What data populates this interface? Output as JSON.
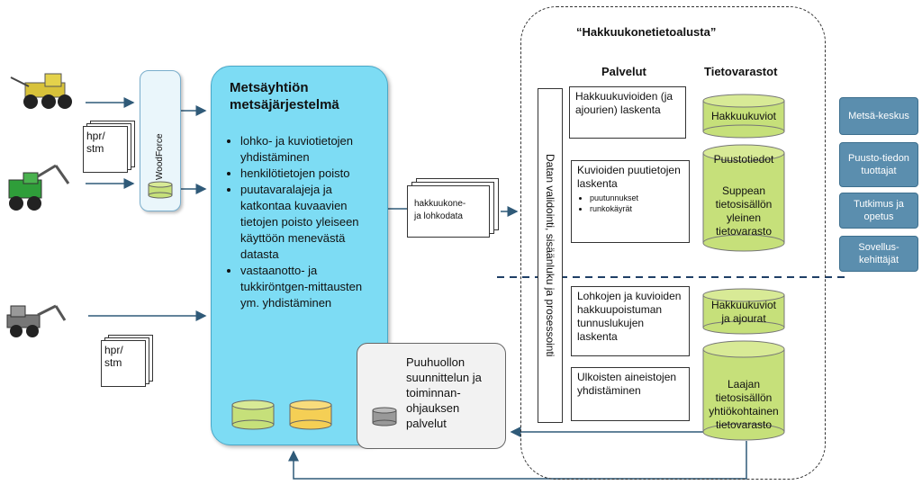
{
  "diagram": {
    "woodforce": {
      "label": "WoodForce"
    },
    "doc_left_top": {
      "label": "hpr/\nstm"
    },
    "doc_left_bottom": {
      "label": "hpr/\nstm"
    },
    "mets": {
      "title": "Metsäyhtiön metsäjärjestelmä",
      "items": [
        "lohko- ja kuviotietojen yhdistäminen",
        "henkilötietojen poisto",
        "puutavaralajeja ja katkontaa kuvaavien tietojen poisto yleiseen käyttöön menevästä datasta",
        "vastaanotto- ja tukkiröntgen-mittausten ym. yhdistäminen"
      ]
    },
    "puuhuolto": {
      "text": "Puuhuollon suunnittelun ja toiminnan-ohjauksen palvelut"
    },
    "middle_doc": {
      "label": "hakkuukone-\nja lohkodata"
    },
    "hak": {
      "title": "“Hakkuukonetietoalusta”",
      "col_palvelut": "Palvelut",
      "col_tietovarastot": "Tietovarastot",
      "validation": "Datan validointi, sisäänluku ja prosessointi",
      "services": [
        {
          "text": "Hakkuukuvioiden (ja ajourien) laskenta",
          "bullets": []
        },
        {
          "text": "Kuvioiden puutietojen laskenta",
          "bullets": [
            "puutunnukset",
            "runkokäyrät"
          ]
        },
        {
          "text": "Lohkojen ja kuvioiden hakkuupoistuman tunnuslukujen laskenta",
          "bullets": []
        },
        {
          "text": "Ulkoisten aineistojen yhdistäminen",
          "bullets": []
        }
      ],
      "stores": [
        {
          "top": "Hakkuukuviot",
          "body": ""
        },
        {
          "top": "Puustotiedot",
          "body": "Suppean tietosisällön yleinen tietovarasto"
        },
        {
          "top": "Hakkuukuviot ja ajourat",
          "body": ""
        },
        {
          "top": "",
          "body": "Laajan tietosisällön yhtiökohtainen tietovarasto"
        }
      ]
    },
    "side": [
      "Metsä-keskus",
      "Puusto-tiedon tuottajat",
      "Tutkimus ja opetus",
      "Sovellus-kehittäjät"
    ],
    "colors": {
      "mets_fill": "#7ddcf4",
      "cylinder_green": "#c6e07a",
      "cylinder_yellow": "#f5cf55",
      "side_blue": "#5b8eae",
      "dashed_line": "#1f3f66"
    }
  }
}
